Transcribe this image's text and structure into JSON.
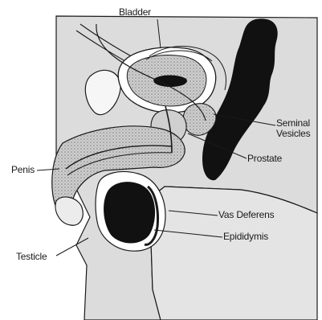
{
  "labels": {
    "bladder": "Bladder",
    "seminal_vesicles": "Seminal Vesicles",
    "prostate": "Prostate",
    "penis": "Penis",
    "vas_deferens": "Vas Deferens",
    "epididymis": "Epididymis",
    "testicle": "Testicle"
  },
  "colors": {
    "ink": "#1a1a1a",
    "tissue": "#d9d9d9",
    "paper": "#ffffff",
    "stipple": "#8a8a8a"
  }
}
